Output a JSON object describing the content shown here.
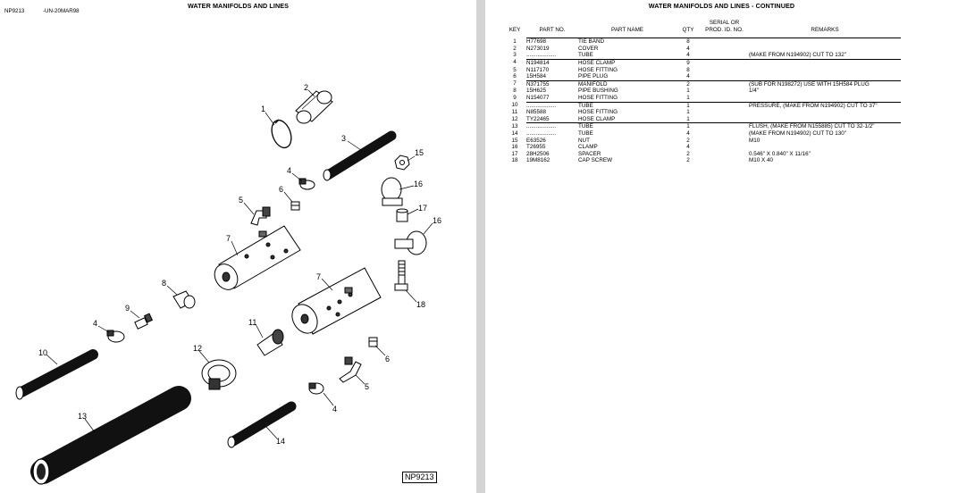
{
  "left": {
    "title": "WATER MANIFOLDS AND LINES",
    "figure_code": "NP9213",
    "doc_code": "-UN-20MAR98",
    "figure_label": "NP9213",
    "callouts": {
      "c1": "1",
      "c2": "2",
      "c3": "3",
      "c4a": "4",
      "c5a": "5",
      "c6a": "6",
      "c7a": "7",
      "c15": "15",
      "c16a": "16",
      "c17": "17",
      "c16b": "16",
      "c18": "18",
      "c8": "8",
      "c7b": "7",
      "c4b": "4",
      "c9": "9",
      "c11": "11",
      "c12": "12",
      "c10": "10",
      "c6b": "6",
      "c5b": "5",
      "c4c": "4",
      "c13": "13",
      "c14": "14"
    }
  },
  "right": {
    "title": "WATER MANIFOLDS AND LINES - CONTINUED",
    "headers": {
      "key": "KEY",
      "part_no": "PART NO.",
      "part_name": "PART NAME",
      "qty": "QTY",
      "serial": "SERIAL OR PROD. ID. NO.",
      "remarks": "REMARKS"
    },
    "rows": [
      {
        "key": "1",
        "part_no": "H77698",
        "part_name": "TIE BAND",
        "qty": "8",
        "remarks": ""
      },
      {
        "key": "2",
        "part_no": "N273019",
        "part_name": "COVER",
        "qty": "4",
        "remarks": ""
      },
      {
        "key": "3",
        "part_no": "...................",
        "part_name": "TUBE",
        "qty": "4",
        "remarks": "(MAKE FROM N194902) CUT TO 132\""
      },
      {
        "key": "4",
        "part_no": "N194814",
        "part_name": "HOSE CLAMP",
        "qty": "9",
        "remarks": ""
      },
      {
        "key": "5",
        "part_no": "N117170",
        "part_name": "HOSE FITTING",
        "qty": "8",
        "remarks": ""
      },
      {
        "key": "6",
        "part_no": "15H584",
        "part_name": "PIPE PLUG",
        "qty": "4",
        "remarks": ""
      },
      {
        "key": "7",
        "part_no": "N371755",
        "part_name": "MANIFOLD",
        "qty": "2",
        "remarks": "(SUB FOR N198272) USE WITH 15H584 PLUG"
      },
      {
        "key": "8",
        "part_no": "15H625",
        "part_name": "PIPE BUSHING",
        "qty": "1",
        "remarks": "1/4\""
      },
      {
        "key": "9",
        "part_no": "N154077",
        "part_name": "HOSE FITTING",
        "qty": "1",
        "remarks": ""
      },
      {
        "key": "10",
        "part_no": "...................",
        "part_name": "TUBE",
        "qty": "1",
        "remarks": "PRESSURE, (MAKE FROM N194902) CUT TO 37\""
      },
      {
        "key": "11",
        "part_no": "N85588",
        "part_name": "HOSE FITTING",
        "qty": "1",
        "remarks": ""
      },
      {
        "key": "12",
        "part_no": "TY22465",
        "part_name": "HOSE CLAMP",
        "qty": "1",
        "remarks": ""
      },
      {
        "key": "13",
        "part_no": "...................",
        "part_name": "TUBE",
        "qty": "1",
        "remarks": "FLUSH, (MAKE FROM N155885) CUT TO 32-1/2\""
      },
      {
        "key": "14",
        "part_no": "...................",
        "part_name": "TUBE",
        "qty": "4",
        "remarks": "(MAKE FROM N194902) CUT TO 130\""
      },
      {
        "key": "15",
        "part_no": "E63526",
        "part_name": "NUT",
        "qty": "2",
        "remarks": "M10"
      },
      {
        "key": "16",
        "part_no": "T26955",
        "part_name": "CLAMP",
        "qty": "4",
        "remarks": ""
      },
      {
        "key": "17",
        "part_no": "28H2506",
        "part_name": "SPACER",
        "qty": "2",
        "remarks": "0.546\" X 0.840\" X 11/16\""
      },
      {
        "key": "18",
        "part_no": "19M8162",
        "part_name": "CAP SCREW",
        "qty": "2",
        "remarks": "M10 X 40"
      }
    ]
  }
}
